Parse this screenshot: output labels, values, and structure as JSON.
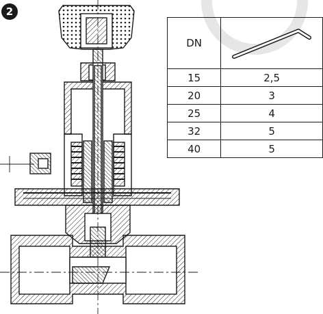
{
  "step_number": "2",
  "table": {
    "header": "DN",
    "header_icon": "hex-key-icon",
    "rows": [
      {
        "dn": "15",
        "key": "2,5"
      },
      {
        "dn": "20",
        "key": "3"
      },
      {
        "dn": "25",
        "key": "4"
      },
      {
        "dn": "32",
        "key": "5"
      },
      {
        "dn": "40",
        "key": "5"
      }
    ]
  },
  "colors": {
    "line": "#1a1a1a",
    "background": "#ffffff",
    "watermark": "#e6e6e6"
  }
}
